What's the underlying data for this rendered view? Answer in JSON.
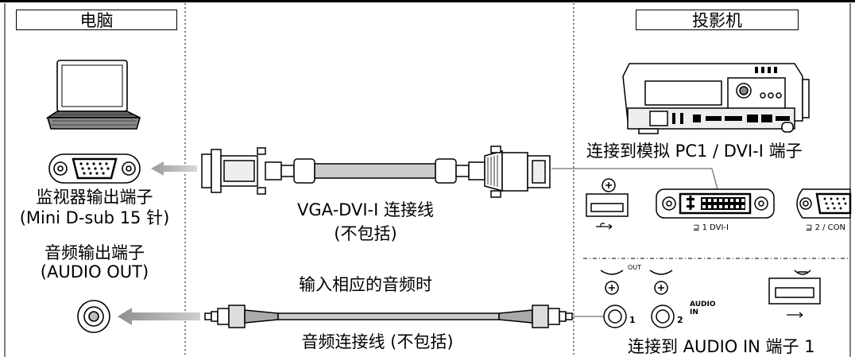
{
  "labels": {
    "computer": "电脑",
    "projector": "投影机",
    "monitor_out_line1": "监视器输出端子",
    "monitor_out_line2": "(Mini D-sub 15 针)",
    "audio_out_line1": "音频输出端子",
    "audio_out_line2": "(AUDIO OUT)",
    "vga_cable_line1": "VGA-DVI-I 连接线",
    "vga_cable_line2": "(不包括)",
    "audio_input_note": "输入相应的音频时",
    "audio_cable": "音频连接线 (不包括)",
    "connect_pc1": "连接到模拟 PC1 / DVI-I 端子",
    "connect_audio_in": "连接到 AUDIO IN 端子 1"
  },
  "panel_text": {
    "dvi_port": "1 DVI-I",
    "com_port": "2 / CON",
    "audio_in": "AUDIO\nIN",
    "audio_num1": "1",
    "audio_num2": "2",
    "out_text": "OUT"
  },
  "icons": [
    "laptop-icon",
    "vga-port-icon",
    "audio-jack-icon",
    "projector-icon",
    "vga-dvi-cable-icon",
    "audio-cable-icon",
    "usb-port-icon",
    "dvi-port-icon",
    "vga-in-port-icon",
    "audio-in-jack-icon",
    "arrow-left-icon"
  ]
}
